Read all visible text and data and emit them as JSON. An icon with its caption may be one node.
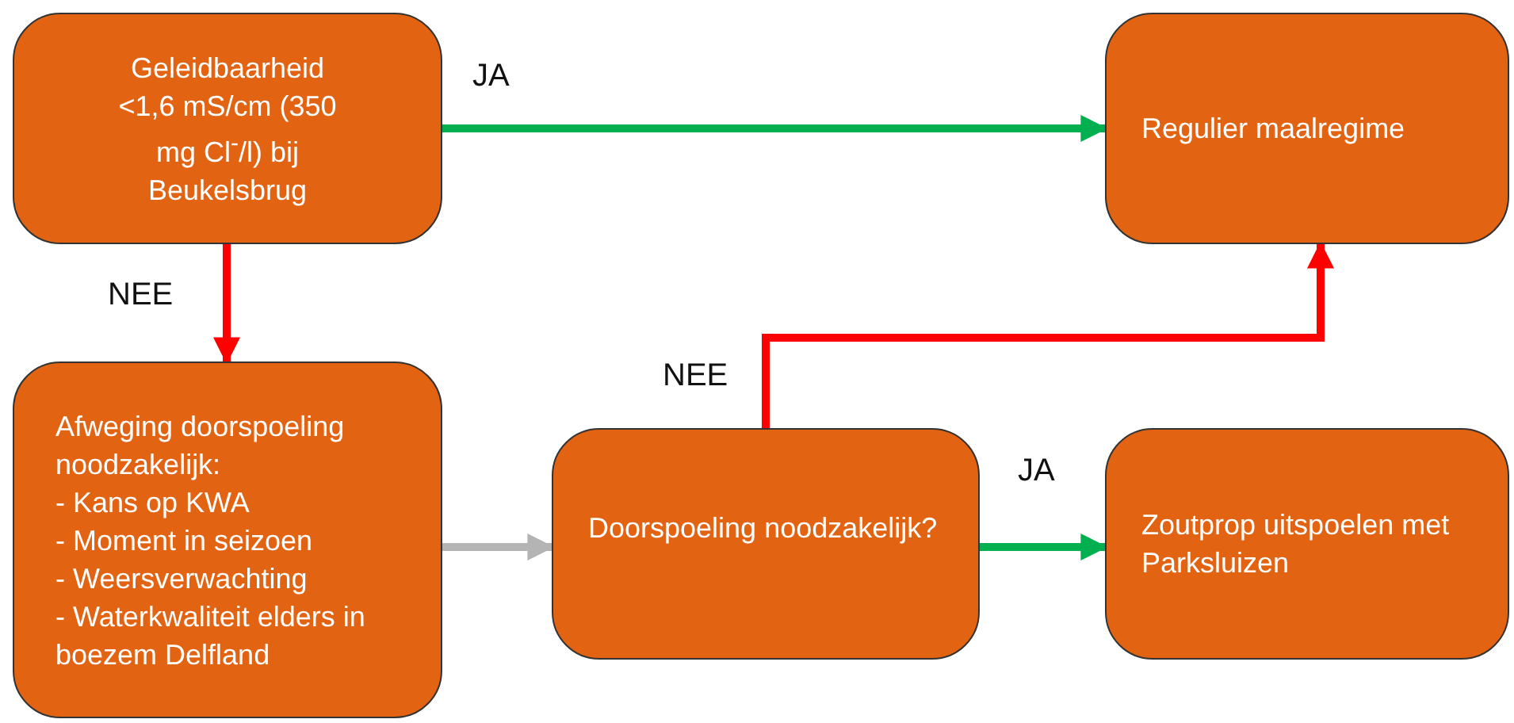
{
  "diagram": {
    "nodes": [
      {
        "text": [
          "Geleidbaarheid <1,6 mS/cm (350 mg Cl$^{-}$/l) bij Beukelsbrug"
        ]
      },
      {
        "text": [
          "Afweging doorspoeling noodzakelijk:",
          "- Kans op KWA",
          "- Moment in seizoen",
          "- Weersverwachting",
          "- Waterkwaliteit elders in boezem Delfland"
        ]
      },
      {
        "text": [
          "Doorspoeling noodzakelijk?"
        ]
      },
      {
        "text": [
          "Regulier maalregime"
        ]
      },
      {
        "text": [
          "Zoutprop uitspoelen met Parksluizen"
        ]
      }
    ],
    "edges": [
      {
        "from": 0,
        "to": 3,
        "arrow": "to",
        "label": "JA",
        "color": "#00b050"
      },
      {
        "from": 0,
        "to": 1,
        "arrow": "to",
        "label": "NEE",
        "color": "#ff0000"
      },
      {
        "from": 1,
        "to": 2,
        "arrow": "to",
        "color": "#b4b4b4"
      },
      {
        "from": 2,
        "to": 3,
        "arrow": "to",
        "label": "NEE",
        "color": "#ff0000"
      },
      {
        "from": 2,
        "to": 4,
        "arrow": "to",
        "label": "JA",
        "color": "#00b050"
      }
    ]
  }
}
